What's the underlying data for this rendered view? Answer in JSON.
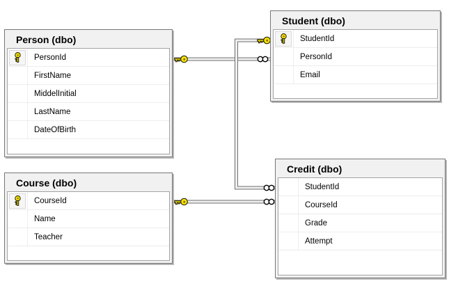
{
  "theme": {
    "key_color": "#f5e003",
    "key_hole_color": "#7c6f1e",
    "line_dark": "#6f6f6f",
    "line_light": "#efefef",
    "table_bg": "#f1f1f1"
  },
  "icons": {
    "primary_key_icon": "key",
    "one_end_icon": "key",
    "many_end_icon": "infinity"
  },
  "diagram": {
    "tables": [
      {
        "title": "Person (dbo)",
        "columns": [
          {
            "name": "PersonId",
            "primary_key": true
          },
          {
            "name": "FirstName",
            "primary_key": false
          },
          {
            "name": "MiddelInitial",
            "primary_key": false
          },
          {
            "name": "LastName",
            "primary_key": false
          },
          {
            "name": "DateOfBirth",
            "primary_key": false
          }
        ]
      },
      {
        "title": "Student (dbo)",
        "columns": [
          {
            "name": "StudentId",
            "primary_key": true
          },
          {
            "name": "PersonId",
            "primary_key": false
          },
          {
            "name": "Email",
            "primary_key": false
          }
        ]
      },
      {
        "title": "Course (dbo)",
        "columns": [
          {
            "name": "CourseId",
            "primary_key": true
          },
          {
            "name": "Name",
            "primary_key": false
          },
          {
            "name": "Teacher",
            "primary_key": false
          }
        ]
      },
      {
        "title": "Credit (dbo)",
        "columns": [
          {
            "name": "StudentId",
            "primary_key": false
          },
          {
            "name": "CourseId",
            "primary_key": false
          },
          {
            "name": "Grade",
            "primary_key": false
          },
          {
            "name": "Attempt",
            "primary_key": false
          }
        ]
      }
    ],
    "relationships": [
      {
        "one_side": "Person.PersonId",
        "many_side": "Student.PersonId"
      },
      {
        "one_side": "Student.StudentId",
        "many_side": "Credit.StudentId"
      },
      {
        "one_side": "Course.CourseId",
        "many_side": "Credit.CourseId"
      }
    ]
  }
}
